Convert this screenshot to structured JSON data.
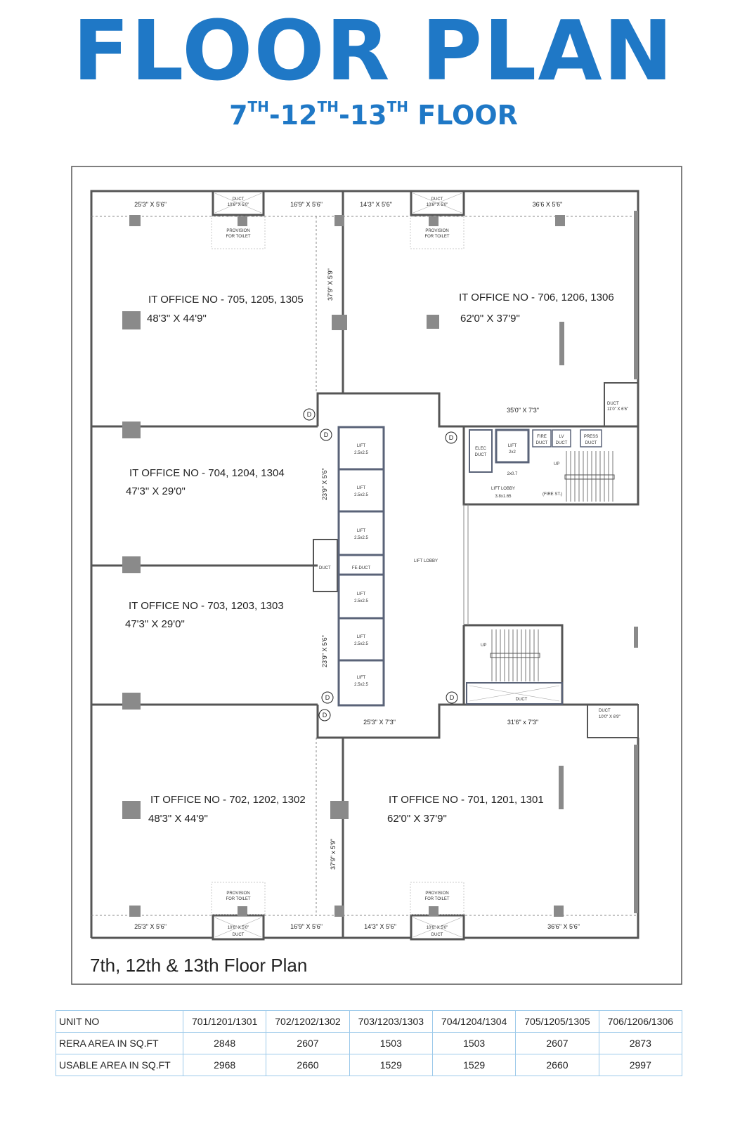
{
  "header": {
    "title": "FLOOR PLAN",
    "subtitle": {
      "p1": "7",
      "s1": "TH",
      "p2": "-12",
      "s2": "TH",
      "p3": "-13",
      "s3": "TH",
      "p4": " FLOOR"
    }
  },
  "plan": {
    "caption": "7th, 12th & 13th Floor Plan",
    "offices": [
      {
        "name": "IT OFFICE NO - 705, 1205, 1305",
        "size": "48'3\" X 44'9\""
      },
      {
        "name": "IT OFFICE NO - 706, 1206, 1306",
        "size": "62'0\" X 37'9\""
      },
      {
        "name": "IT OFFICE NO - 704, 1204, 1304",
        "size": "47'3\" X 29'0\""
      },
      {
        "name": "IT OFFICE NO - 703, 1203, 1303",
        "size": "47'3\" X 29'0\""
      },
      {
        "name": "IT OFFICE NO - 702, 1202, 1302",
        "size": "48'3\" X 44'9\""
      },
      {
        "name": "IT OFFICE NO - 701, 1201, 1301",
        "size": "62'0\" X 37'9\""
      }
    ],
    "balconies": {
      "top": [
        "25'3\" X 5'6\"",
        "16'9\" X 5'6\"",
        "14'3\" X 5'6\"",
        "36'6 X 5'6\""
      ],
      "bottom": [
        "25'3\" X 5'6\"",
        "16'9\" X 5'6\"",
        "14'3\" X 5'6\"",
        "36'6\" X 5'6\""
      ]
    },
    "corridors": {
      "v1": "37'9\" X 5'9\"",
      "v2": "23'9\" X 5'6\"",
      "v3": "23'9\" X 5'6\"",
      "v4": "37'9\" x 5'9\"",
      "h_top": "35'0\" X 7'3\"",
      "h_bot_left": "25'3\"  X 7'3\"",
      "h_bot_right": "31'6\" x 7'3\""
    },
    "lifts": {
      "label": "LIFT",
      "size": "2.5x2.5",
      "service_label": "LIFT",
      "service_size": "2x2"
    },
    "labels": {
      "duct": "DUCT",
      "duct_size": "10'6\" X 5'0\"",
      "provision": "PROVISION",
      "for_toilet": "FOR TOILET",
      "duct_tr": "DUCT",
      "duct_tr_size": "11'0\" X 6'6\"",
      "duct_br": "DUCT",
      "duct_br_size": "10'0\" X 6'9\"",
      "lift_lobby": "LIFT LOBBY",
      "lobby": "LIFT LOBBY",
      "lobby_size": "3.8x1.65",
      "fire_st": "(FIRE ST.)",
      "up": "UP",
      "elec": "ELEC",
      "elec2": "DUCT",
      "fire": "FIRE",
      "fire2": "DUCT",
      "lv": "LV",
      "lv2": "DUCT",
      "press": "PRESS",
      "press2": "DUCT",
      "fe_duct": "FE-DUCT",
      "dim_20x07": "2x0.7",
      "door": "D"
    }
  },
  "table": {
    "headers": [
      "UNIT NO",
      "701/1201/1301",
      "702/1202/1302",
      "703/1203/1303",
      "704/1204/1304",
      "705/1205/1305",
      "706/1206/1306"
    ],
    "rows": [
      [
        "RERA AREA IN SQ.FT",
        "2848",
        "2607",
        "1503",
        "1503",
        "2607",
        "2873"
      ],
      [
        "USABLE AREA IN SQ.FT",
        "2968",
        "2660",
        "1529",
        "1529",
        "2660",
        "2997"
      ]
    ]
  }
}
